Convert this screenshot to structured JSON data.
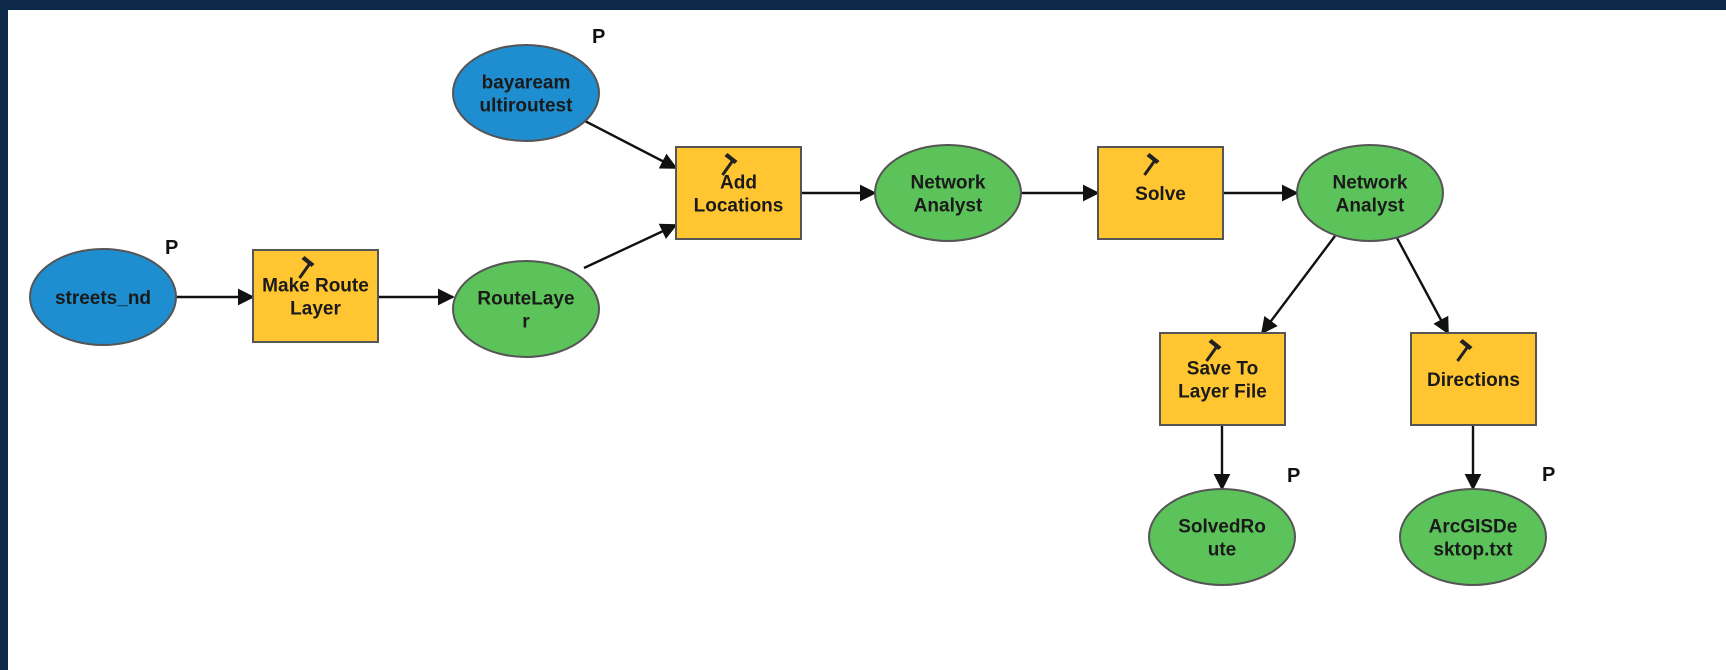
{
  "diagram": {
    "nodes": [
      {
        "id": "streets_nd",
        "label_lines": [
          "streets_nd"
        ],
        "kind": "input-data",
        "color": "#1e8ed0",
        "parameter": "P"
      },
      {
        "id": "bayarea",
        "label_lines": [
          "bayaream",
          "ultiroutest"
        ],
        "kind": "input-data",
        "color": "#1e8ed0",
        "parameter": "P"
      },
      {
        "id": "make_route_layer",
        "label_lines": [
          "Make Route",
          "Layer"
        ],
        "kind": "tool",
        "color": "#ffc632"
      },
      {
        "id": "route_layer",
        "label_lines": [
          "RouteLaye",
          "r"
        ],
        "kind": "derived-data",
        "color": "#5cc35b"
      },
      {
        "id": "add_locations",
        "label_lines": [
          "Add",
          "Locations"
        ],
        "kind": "tool",
        "color": "#ffc632"
      },
      {
        "id": "network_analyst_1",
        "label_lines": [
          "Network",
          "Analyst"
        ],
        "kind": "derived-data",
        "color": "#5cc35b"
      },
      {
        "id": "solve",
        "label_lines": [
          "Solve"
        ],
        "kind": "tool",
        "color": "#ffc632"
      },
      {
        "id": "network_analyst_2",
        "label_lines": [
          "Network",
          "Analyst"
        ],
        "kind": "derived-data",
        "color": "#5cc35b"
      },
      {
        "id": "save_to_layer_file",
        "label_lines": [
          "Save To",
          "Layer File"
        ],
        "kind": "tool",
        "color": "#ffc632"
      },
      {
        "id": "directions",
        "label_lines": [
          "Directions"
        ],
        "kind": "tool",
        "color": "#ffc632"
      },
      {
        "id": "solved_route",
        "label_lines": [
          "SolvedRo",
          "ute"
        ],
        "kind": "derived-data",
        "color": "#5cc35b",
        "parameter": "P"
      },
      {
        "id": "arcgis_txt",
        "label_lines": [
          "ArcGISDe",
          "sktop.txt"
        ],
        "kind": "derived-data",
        "color": "#5cc35b",
        "parameter": "P"
      }
    ],
    "edges": [
      {
        "from": "streets_nd",
        "to": "make_route_layer"
      },
      {
        "from": "make_route_layer",
        "to": "route_layer"
      },
      {
        "from": "route_layer",
        "to": "add_locations"
      },
      {
        "from": "bayarea",
        "to": "add_locations"
      },
      {
        "from": "add_locations",
        "to": "network_analyst_1"
      },
      {
        "from": "network_analyst_1",
        "to": "solve"
      },
      {
        "from": "solve",
        "to": "network_analyst_2"
      },
      {
        "from": "network_analyst_2",
        "to": "save_to_layer_file"
      },
      {
        "from": "network_analyst_2",
        "to": "directions"
      },
      {
        "from": "save_to_layer_file",
        "to": "solved_route"
      },
      {
        "from": "directions",
        "to": "arcgis_txt"
      }
    ]
  }
}
